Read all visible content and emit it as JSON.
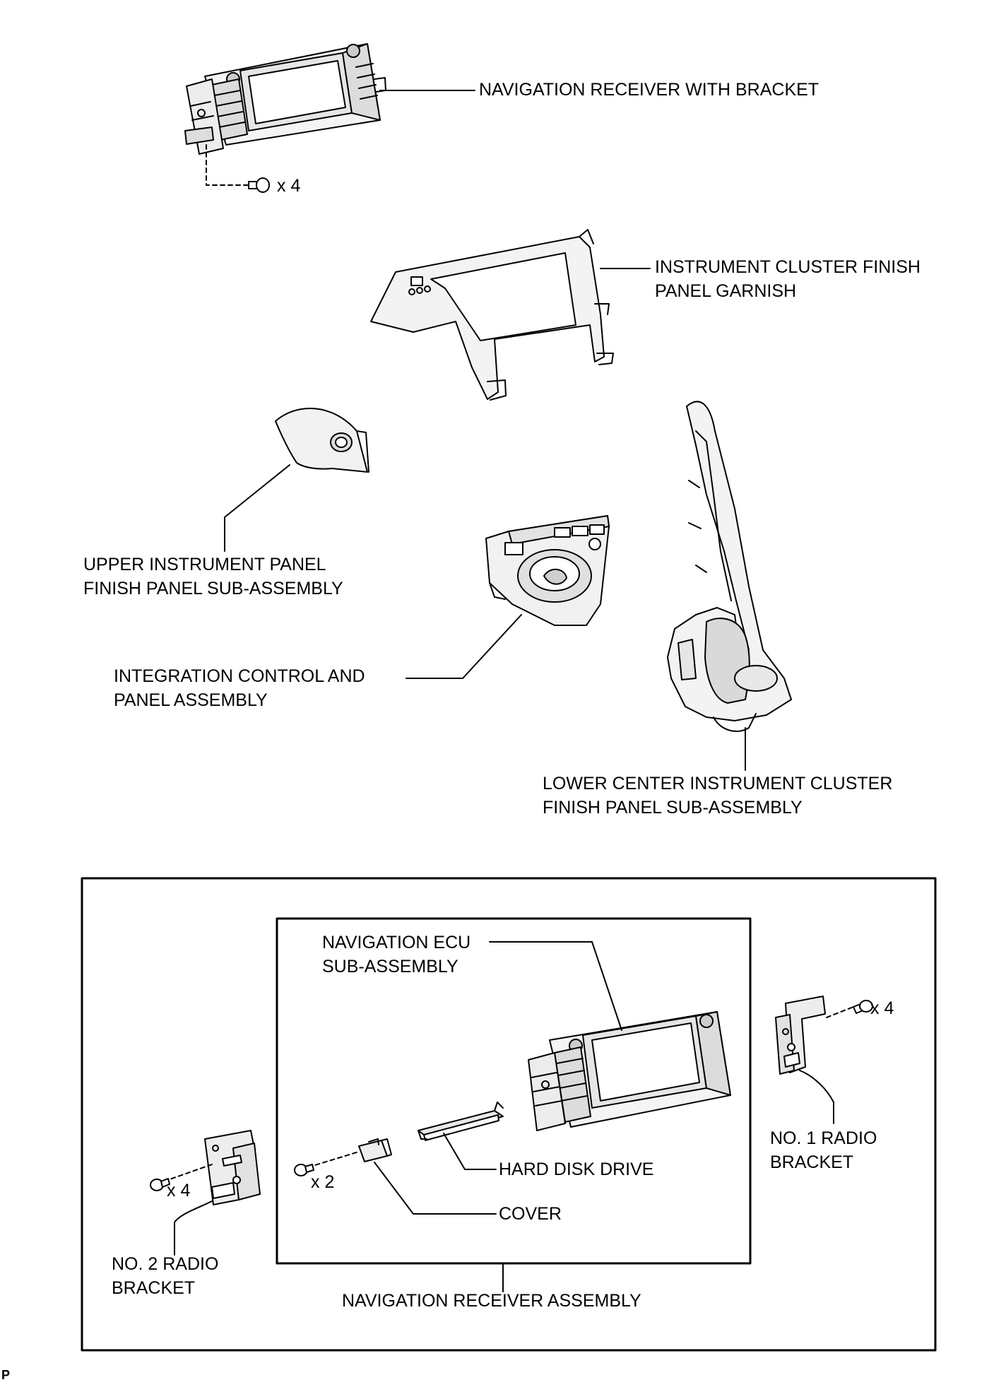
{
  "labels": {
    "navigation_receiver_with_bracket": "NAVIGATION RECEIVER WITH BRACKET",
    "instrument_cluster_finish_panel_garnish": "INSTRUMENT CLUSTER FINISH\nPANEL GARNISH",
    "upper_instrument_panel_finish_panel": "UPPER INSTRUMENT PANEL\nFINISH PANEL SUB-ASSEMBLY",
    "integration_control_and_panel": "INTEGRATION CONTROL AND\nPANEL ASSEMBLY",
    "lower_center_instrument_cluster": "LOWER CENTER INSTRUMENT CLUSTER\nFINISH PANEL SUB-ASSEMBLY",
    "navigation_ecu": "NAVIGATION ECU\nSUB-ASSEMBLY",
    "no1_radio_bracket": "NO. 1 RADIO\nBRACKET",
    "no2_radio_bracket": "NO. 2 RADIO\nBRACKET",
    "hard_disk_drive": "HARD DISK DRIVE",
    "cover": "COVER",
    "navigation_receiver_assembly": "NAVIGATION RECEIVER ASSEMBLY"
  },
  "quantities": {
    "top_screws": "x 4",
    "no1_bracket_screws": "x 4",
    "no2_bracket_screws": "x 4",
    "cover_screws": "x 2"
  },
  "figure_id": "P"
}
